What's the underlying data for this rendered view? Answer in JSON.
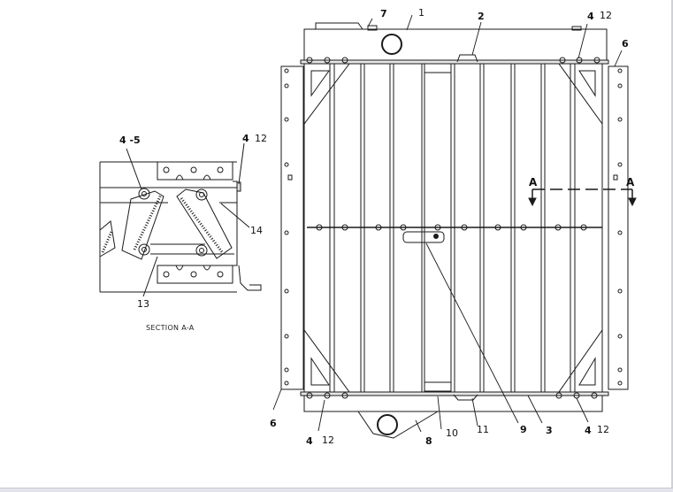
{
  "diagram": {
    "type": "exploded-parts-drawing",
    "subject": "radiator core with shutter assembly",
    "section_view": {
      "caption": "SECTION A-A",
      "callouts": [
        {
          "id": "sec-4-5",
          "label": "4 -5"
        },
        {
          "id": "sec-4",
          "label": "4"
        },
        {
          "id": "sec-12",
          "label": "12"
        },
        {
          "id": "sec-14",
          "label": "14"
        },
        {
          "id": "sec-13",
          "label": "13"
        }
      ]
    },
    "main_view": {
      "callouts": [
        {
          "id": "c7",
          "label": "7"
        },
        {
          "id": "c1",
          "label": "1"
        },
        {
          "id": "c2",
          "label": "2"
        },
        {
          "id": "c4-top",
          "label": "4"
        },
        {
          "id": "c12-top",
          "label": "12"
        },
        {
          "id": "c6-top",
          "label": "6"
        },
        {
          "id": "c6-bottom",
          "label": "6"
        },
        {
          "id": "c4-bl",
          "label": "4"
        },
        {
          "id": "c12-bl",
          "label": "12"
        },
        {
          "id": "c8",
          "label": "8"
        },
        {
          "id": "c10",
          "label": "10"
        },
        {
          "id": "c11",
          "label": "11"
        },
        {
          "id": "c9",
          "label": "9"
        },
        {
          "id": "c3",
          "label": "3"
        },
        {
          "id": "c4-br",
          "label": "4"
        },
        {
          "id": "c12-br",
          "label": "12"
        }
      ],
      "section_markers": [
        {
          "id": "a-left",
          "label": "A"
        },
        {
          "id": "a-right",
          "label": "A"
        }
      ]
    }
  }
}
